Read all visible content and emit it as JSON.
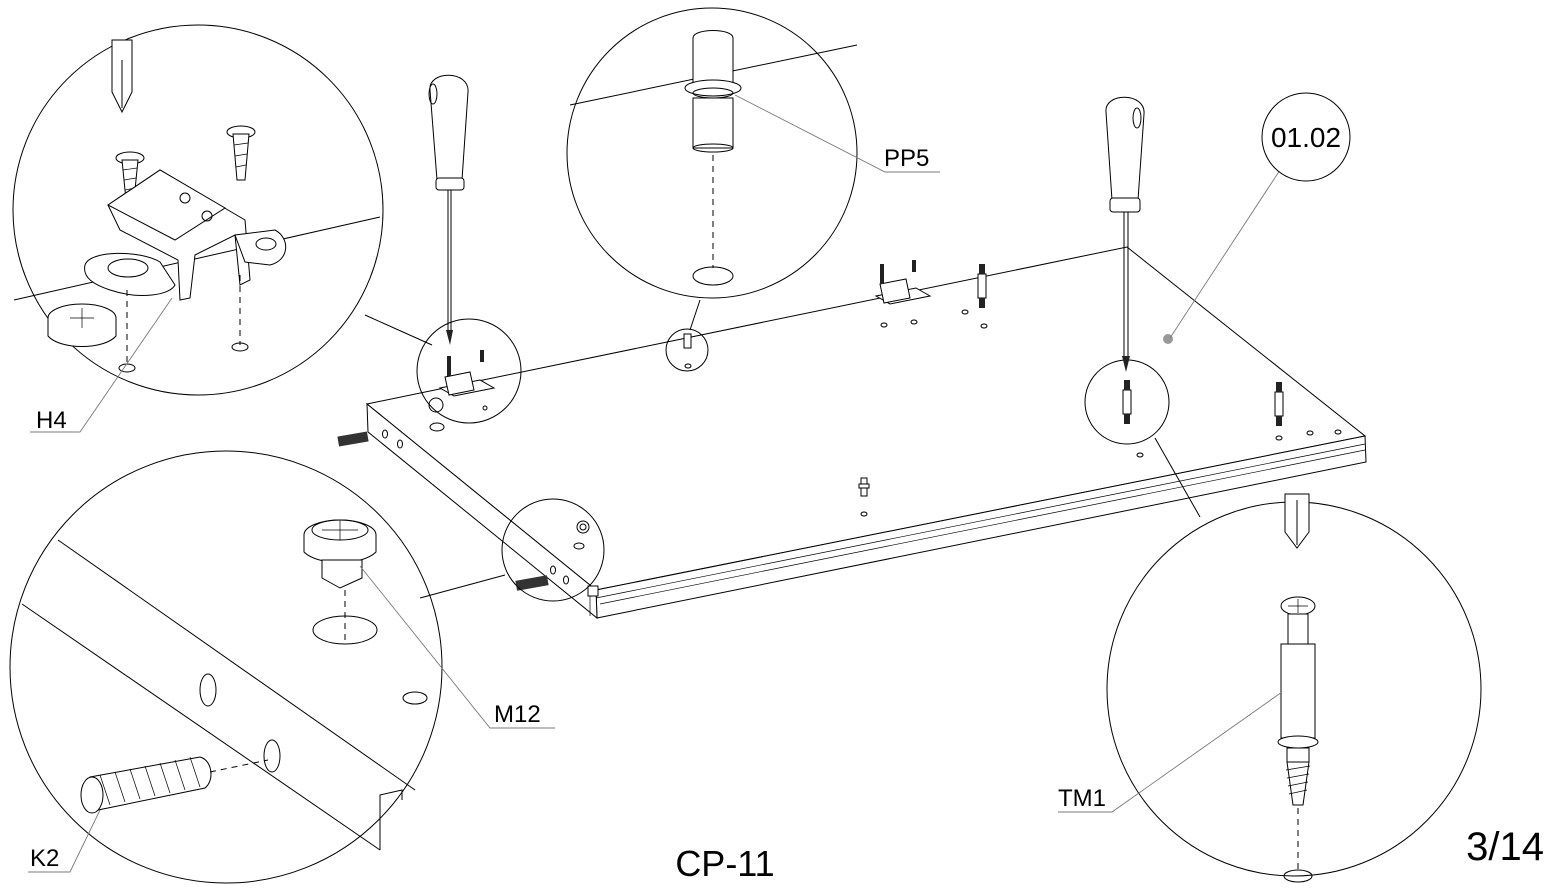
{
  "labels": {
    "h4": "H4",
    "pp5": "PP5",
    "m12": "M12",
    "k2": "K2",
    "tm1": "TM1",
    "part_ref": "01.02"
  },
  "footer": {
    "model": "CP-11",
    "page": "3/14"
  }
}
